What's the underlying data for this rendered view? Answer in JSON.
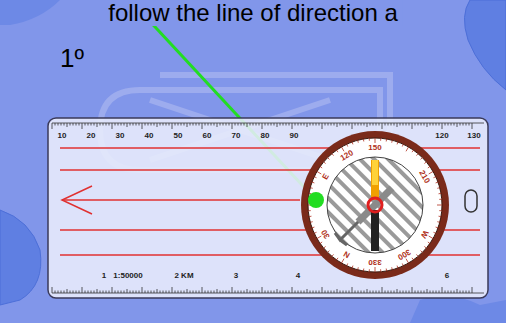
{
  "diagram": {
    "labels": [
      "follow the line of direction a",
      "1º",
      "10",
      "20",
      "30",
      "40",
      "50",
      "60",
      "70",
      "80",
      "90",
      "120",
      "130",
      "1",
      "1:50000",
      "2 KM",
      "3",
      "4",
      "6",
      "30",
      "E",
      "120",
      "150",
      "210",
      "W",
      "300",
      "330",
      "N"
    ]
  }
}
